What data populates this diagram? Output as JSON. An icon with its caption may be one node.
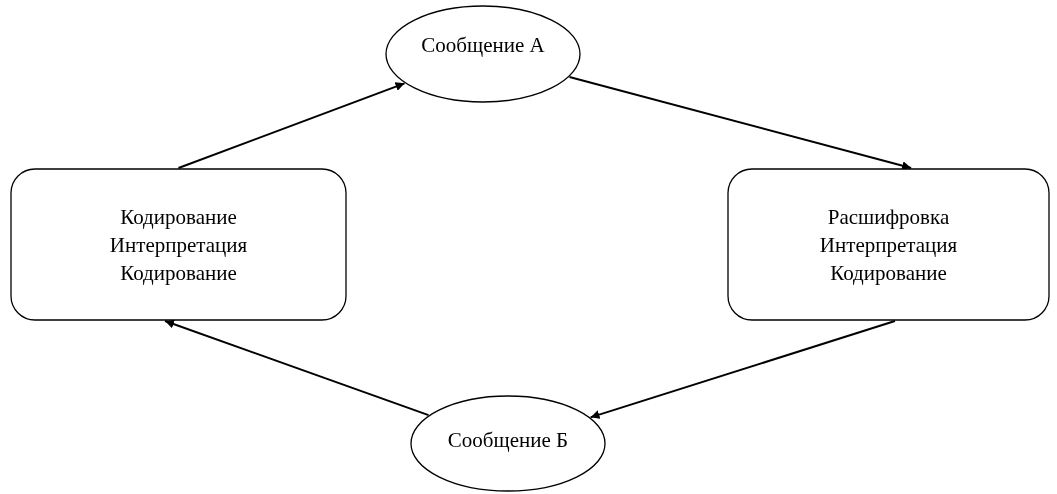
{
  "diagram": {
    "nodes": [
      {
        "text": [
          "Сообщение А"
        ]
      },
      {
        "text": [
          "Кодирование",
          "Интерпретация",
          "Кодирование"
        ]
      },
      {
        "text": [
          "Расшифровка",
          "Интерпретация",
          "Кодирование"
        ]
      },
      {
        "text": [
          "Сообщение Б"
        ]
      }
    ],
    "edges": [
      {
        "from": 1,
        "to": 0,
        "arrow": "to"
      },
      {
        "from": 0,
        "to": 2,
        "arrow": "to"
      },
      {
        "from": 2,
        "to": 3,
        "arrow": "to"
      },
      {
        "from": 3,
        "to": 1,
        "arrow": "to"
      }
    ]
  }
}
